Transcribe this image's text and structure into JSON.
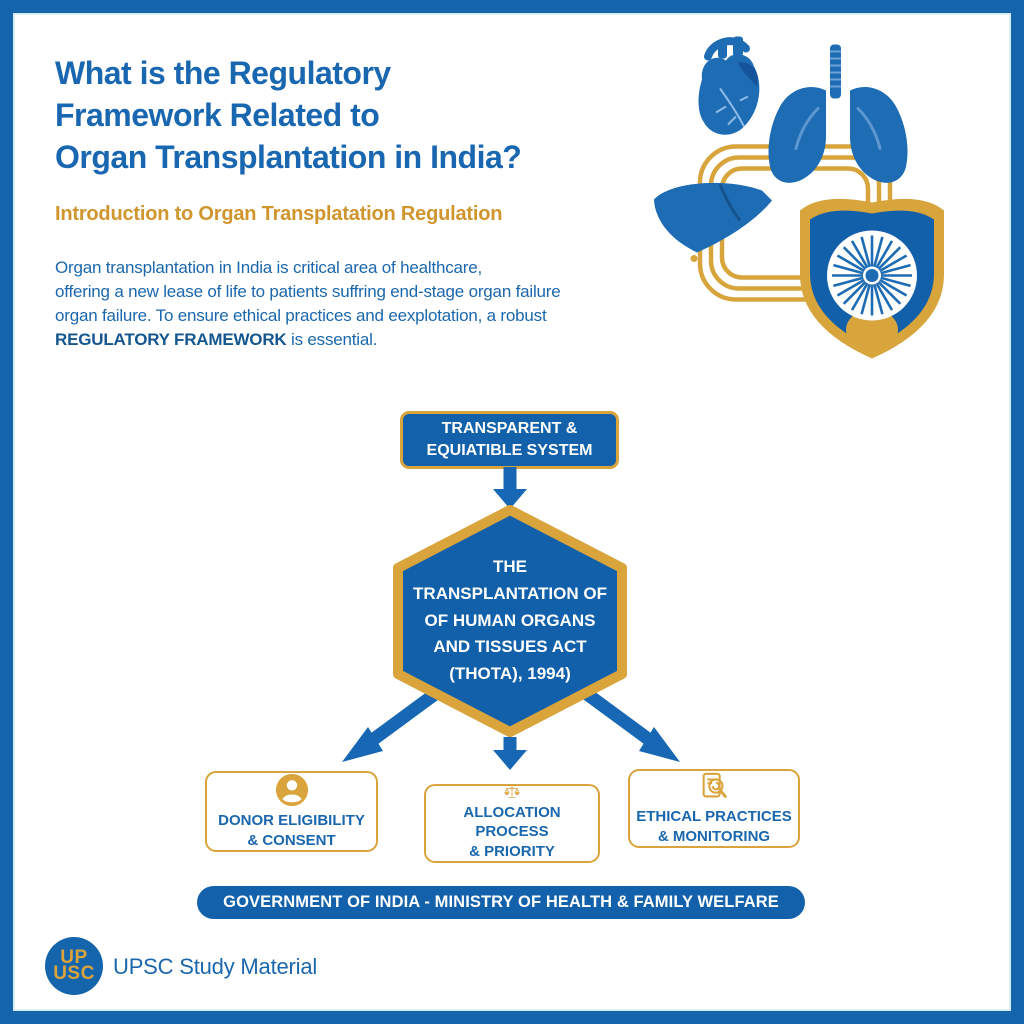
{
  "page": {
    "title_lines": [
      "What is the Regulatory",
      "Framework Related to",
      "Organ Transplantation in India?"
    ],
    "subtitle": "Introduction to Organ Transplatation Regulation",
    "intro_lines": [
      "Organ transplantation in India is critical area of healthcare,",
      "offering a new lease of life to patients suffring end-stage organ failure",
      "organ failure. To ensure ethical practices and eexplotation, a robust"
    ],
    "intro_bold": "REGULATORY FRAMEWORK",
    "intro_rest": " is essential."
  },
  "illustration": {
    "icons": [
      "heart-icon",
      "lungs-icon",
      "liver-icon",
      "shield-chakra-icon",
      "connector-tubes"
    ]
  },
  "flowchart": {
    "top_box_lines": [
      "TRANSPARENT &",
      "EQUIATIBLE SYSTEM"
    ],
    "hexagon_lines": [
      "THE",
      "TRANSPLANTATION OF",
      "OF HUMAN ORGANS",
      "AND TISSUES ACT",
      "(THOTA), 1994)"
    ],
    "boxes": [
      {
        "icon": "person-icon",
        "lines": [
          "DONOR ELIGIBILITY",
          "& CONSENT"
        ]
      },
      {
        "icon": "scales-icon",
        "lines": [
          "ALLOCATION PROCESS",
          "& PRIORITY"
        ]
      },
      {
        "icon": "document-magnifier-icon",
        "lines": [
          "ETHICAL PRACTICES",
          "& MONITORING"
        ]
      }
    ]
  },
  "footer": {
    "banner": "GOVERNMENT OF INDIA - MINISTRY OF HEALTH & FAMILY WELFARE",
    "logo_top": "UP",
    "logo_bottom": "USC",
    "brand": "UPSC Study Material"
  },
  "colors": {
    "primary_blue": "#1261aa",
    "text_blue": "#1b67ae",
    "gold": "#d9a43c",
    "white": "#ffffff"
  }
}
